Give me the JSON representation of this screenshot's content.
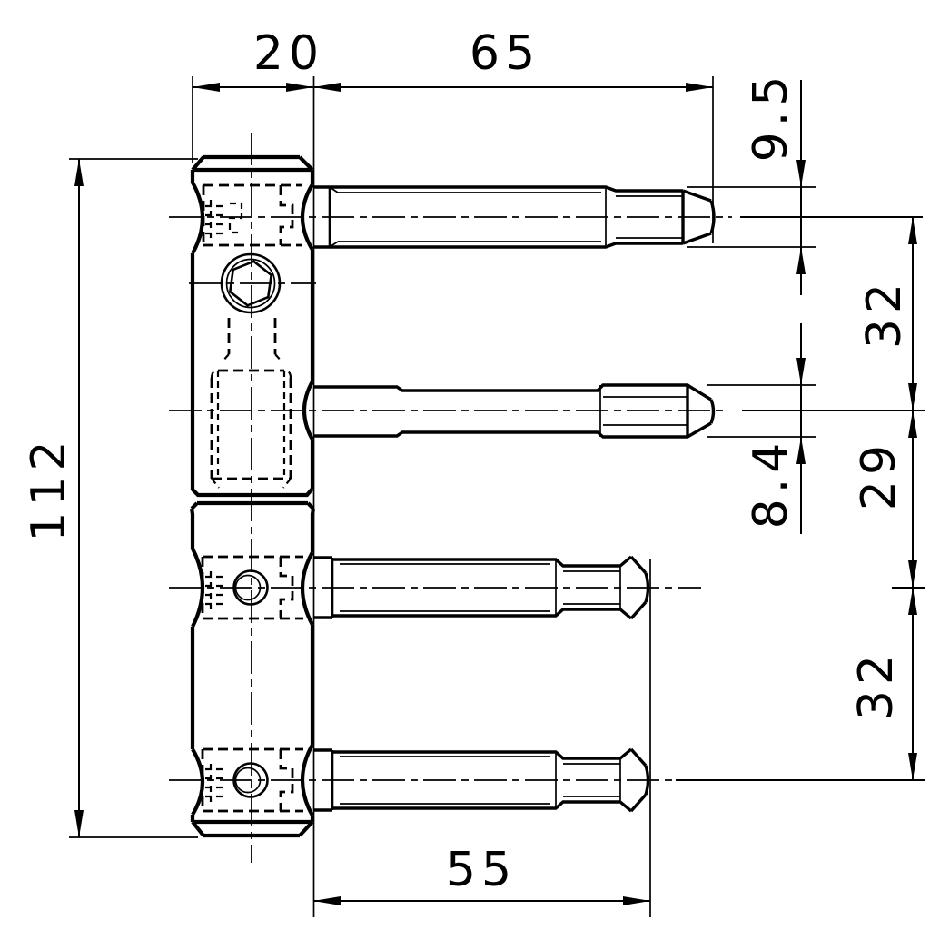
{
  "drawing": {
    "type": "technical-drawing",
    "subject": "three-part door hinge, side elevation with dimension chains",
    "colors": {
      "background": "#ffffff",
      "line": "#000000"
    },
    "labels": {
      "body_width": "20",
      "upper_pin_length": "65",
      "upper_pin_diameter": "9.5",
      "upper_pin_spacing": "32",
      "middle_pin_spacing": "29",
      "middle_pin_thread_diameter": "8.4",
      "lower_pin_spacing": "32",
      "overall_height": "112",
      "lower_pin_length": "55"
    }
  }
}
